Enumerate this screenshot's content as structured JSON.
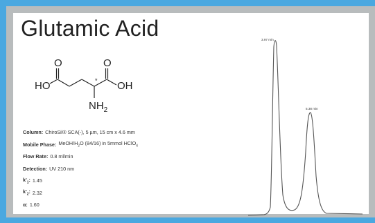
{
  "title": "Glutamic Acid",
  "molecule": {
    "labels": {
      "ho": "HO",
      "oh": "OH",
      "o_left": "O",
      "o_right": "O",
      "nh2": "NH",
      "nh2_sub": "2",
      "stereo": "*"
    }
  },
  "conditions": [
    {
      "label": "Column:",
      "value": "ChiroSil® SCA(-), 5 µm, 15 cm x 4.6 mm"
    },
    {
      "label": "Mobile Phase:",
      "value_parts": [
        "MeOH/H",
        "2",
        "O (84/16) in 5mmol HClO",
        "4"
      ]
    },
    {
      "label": "Flow Rate:",
      "value": "0.8 ml/min"
    },
    {
      "label": "Detection:",
      "value": "UV 210 nm"
    },
    {
      "label_parts": [
        "k'",
        "1",
        ":"
      ],
      "value": "1.45"
    },
    {
      "label_parts": [
        "k'",
        "2",
        ":"
      ],
      "value": "2.32"
    },
    {
      "label": "α:",
      "value": "1.60"
    }
  ],
  "chromatogram": {
    "peak1_label": "3.97 min",
    "peak2_label": "5.38 min",
    "line_color": "#555555"
  }
}
